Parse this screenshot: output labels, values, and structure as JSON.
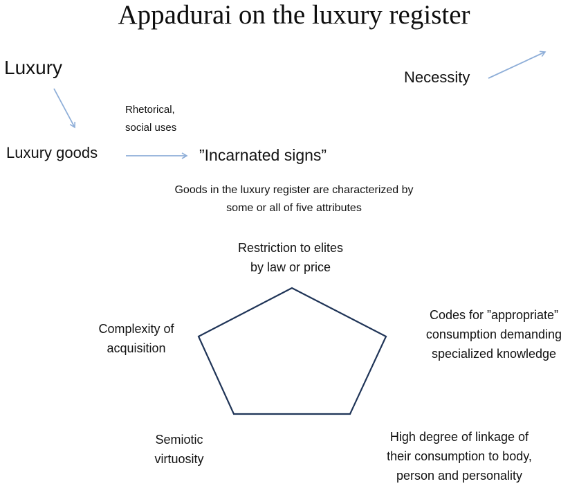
{
  "title": "Appadurai on the luxury register",
  "terms": {
    "luxury": "Luxury",
    "necessity": "Necessity",
    "luxury_goods": "Luxury goods",
    "incarnated_signs": "”Incarnated signs”"
  },
  "uses_label": [
    "Rhetorical,",
    "social uses"
  ],
  "subtitle": [
    "Goods in the luxury register are characterized by",
    "some or all of five attributes"
  ],
  "attributes": {
    "top": [
      "Restriction to elites",
      "by law or price"
    ],
    "left": [
      "Complexity of",
      "acquisition"
    ],
    "right": [
      "Codes for ”appropriate”",
      "consumption demanding",
      "specialized knowledge"
    ],
    "bottom_left": [
      "Semiotic",
      "virtuosity"
    ],
    "bottom_right": [
      "High degree of linkage of",
      "their consumption to body,",
      "person and personality"
    ]
  },
  "colors": {
    "arrow": "#8eaed8",
    "pentagon_stroke": "#1f3457",
    "text": "#111111"
  }
}
